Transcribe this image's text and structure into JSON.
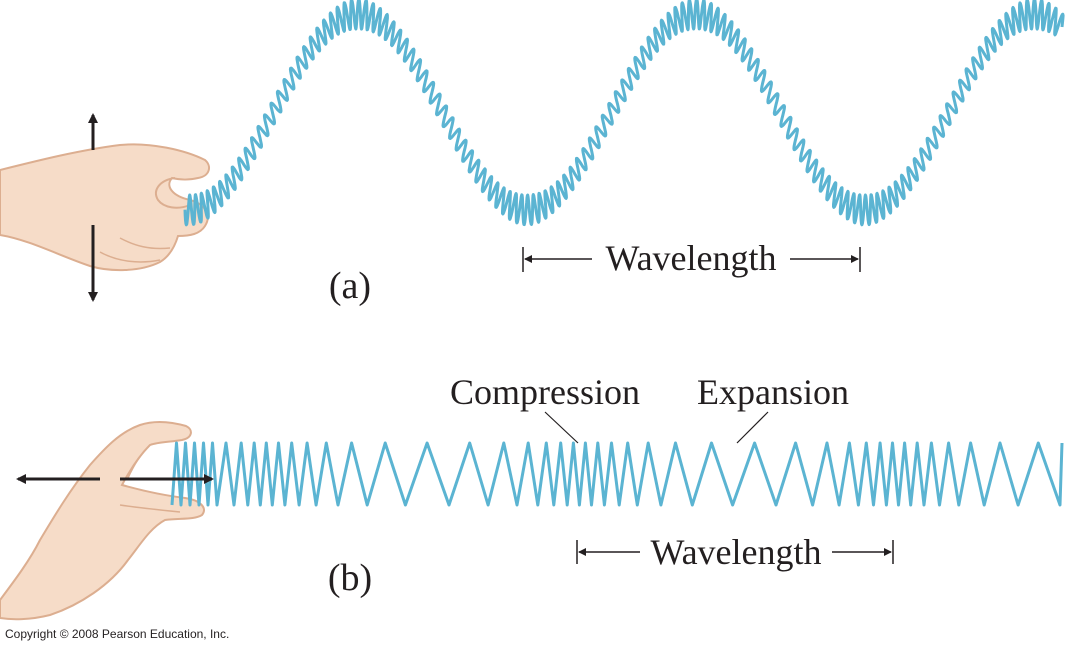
{
  "panel_a": {
    "label": "(a)",
    "wavelength_label": "Wavelength"
  },
  "panel_b": {
    "label": "(b)",
    "wavelength_label": "Wavelength",
    "compression_label": "Compression",
    "expansion_label": "Expansion"
  },
  "copyright": "Copyright © 2008 Pearson Education, Inc.",
  "colors": {
    "spring": "#5bb4d2",
    "spring_dark": "#3d95b8",
    "arrow": "#231f20",
    "skin": "#f6dcc8",
    "skin_shadow": "#dcae90"
  }
}
